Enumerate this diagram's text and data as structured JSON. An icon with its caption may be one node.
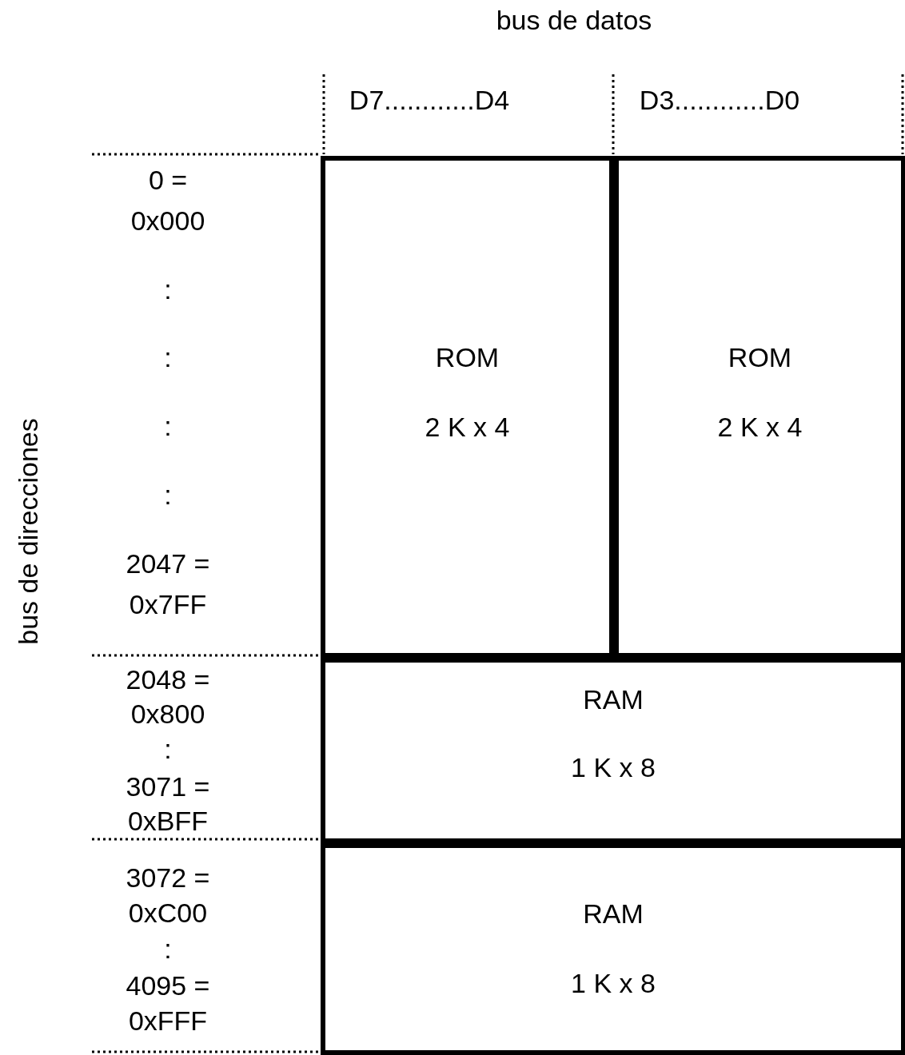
{
  "diagram": {
    "nodes": [
      {
        "text": [
          "ROM",
          "2 K x 4"
        ]
      },
      {
        "text": [
          "ROM",
          "2 K x 4"
        ]
      },
      {
        "text": [
          "RAM",
          "1 K x 8"
        ]
      },
      {
        "text": [
          "RAM",
          "1 K x 8"
        ]
      }
    ],
    "edges": [],
    "labels": [
      "bus de datos",
      "D7............D4",
      "D3............D0",
      "bus de direcciones",
      "0 =",
      "0x000",
      ":",
      ":",
      ":",
      ":",
      "2047 =",
      "0x7FF",
      "2048 =",
      "0x800",
      ":",
      "3071 =",
      "0xBFF",
      "3072 =",
      "0xC00",
      ":",
      "4095 =",
      "0xFFF"
    ]
  }
}
